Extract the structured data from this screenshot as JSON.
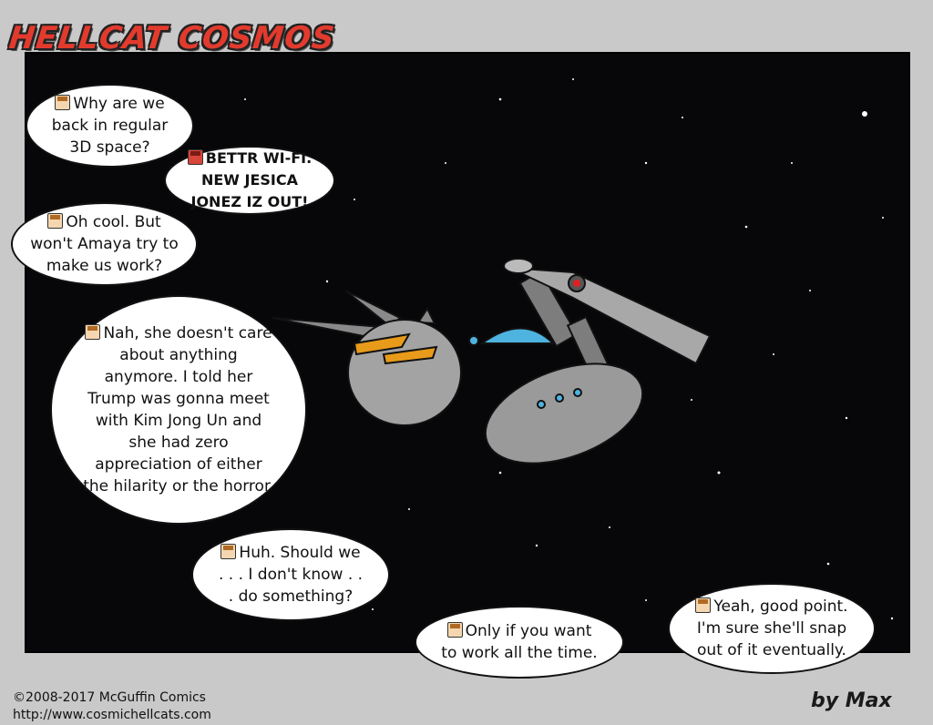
{
  "comic": {
    "title": "HELLCAT COSMOS",
    "byline": "by Max",
    "copyright": "©2008-2017 McGuffin Comics",
    "url": "http://www.cosmichellcats.com"
  },
  "bubbles": [
    {
      "speaker_icon": "face-icon",
      "text": "Why are we back in regular 3D space?"
    },
    {
      "speaker_icon": "red-face-icon",
      "text": "BETTR WI-FI. NEW JESICA JONEZ IZ OUT!"
    },
    {
      "speaker_icon": "face-icon",
      "text": "Oh cool. But won't Amaya try to make us work?"
    },
    {
      "speaker_icon": "face-icon",
      "text": "Nah, she doesn't care about anything anymore. I told her Trump was gonna meet with Kim Jong Un and she had zero appreciation of either the hilarity or the horror."
    },
    {
      "speaker_icon": "face-icon",
      "text": "Huh. Should we . . . I don't know . . . do something?"
    },
    {
      "speaker_icon": "face-icon",
      "text": "Only if you want to work all the time."
    },
    {
      "speaker_icon": "face-icon",
      "text": "Yeah, good point. I'm sure she'll snap out of it eventually."
    }
  ],
  "colors": {
    "logo": "#e23b2e",
    "space": "#07070a",
    "ship_hull": "#9a9a9a",
    "ship_dome": "#4fb3e0",
    "ship_eyes": "#e89a1a"
  }
}
